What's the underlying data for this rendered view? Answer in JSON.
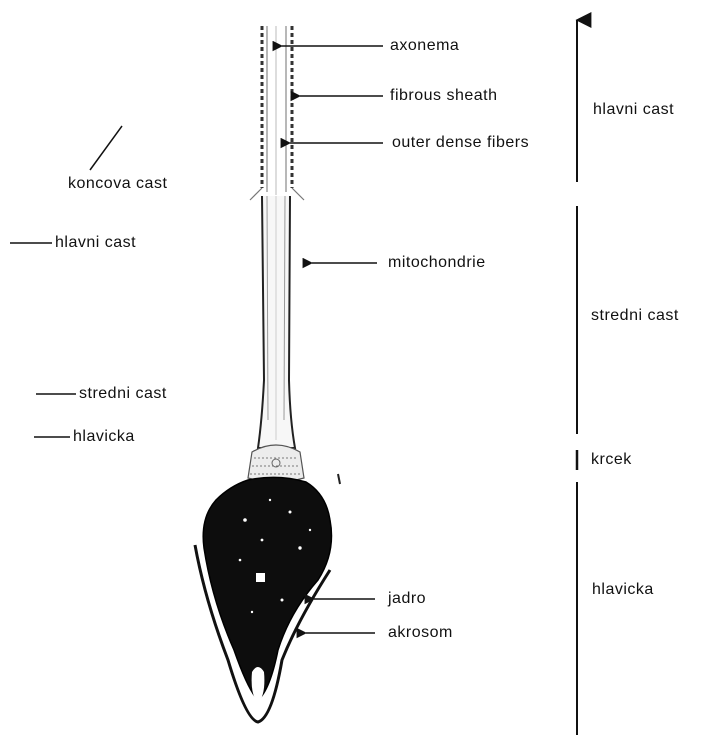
{
  "diagram": {
    "part_labels": {
      "axonema": "axonema",
      "fibrous_sheath": "fibrous sheath",
      "outer_dense_fibers": "outer dense fibers",
      "mitochondrie": "mitochondrie",
      "jadro": "jadro",
      "akrosom": "akrosom"
    },
    "region_labels": {
      "hlavni_cast": "hlavni cast",
      "stredni_cast": "stredni cast",
      "krcek": "krcek",
      "hlavicka": "hlavicka"
    },
    "left_labels": {
      "koncova_cast": "koncova cast",
      "hlavni_cast": "hlavni cast",
      "stredni_cast": "stredni cast",
      "hlavicka": "hlavicka"
    }
  }
}
